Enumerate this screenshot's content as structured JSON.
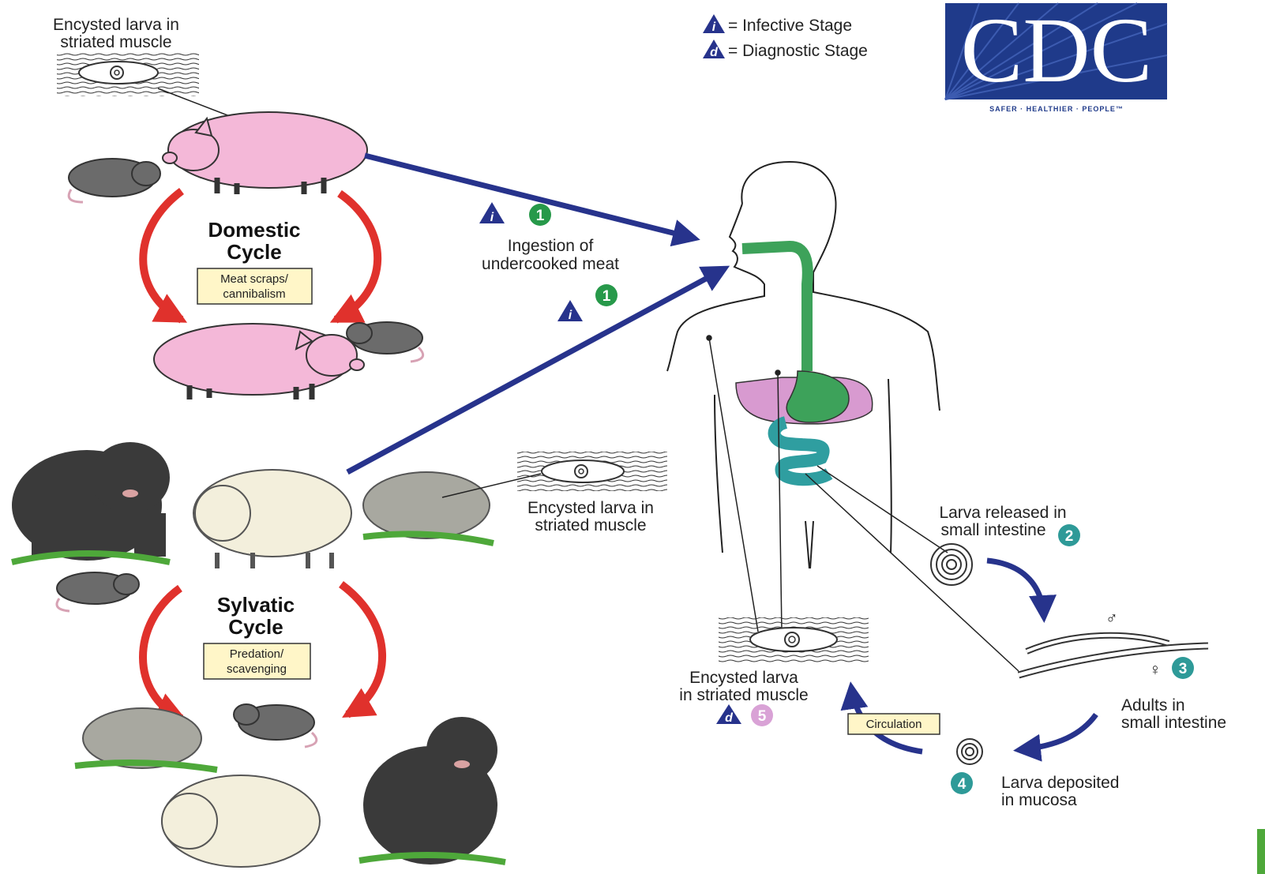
{
  "legend": {
    "infective_symbol": "i",
    "infective_label": "= Infective Stage",
    "diagnostic_symbol": "d",
    "diagnostic_label": "= Diagnostic Stage"
  },
  "logo": {
    "letters": "CDC",
    "tagline": "SAFER · HEALTHIER · PEOPLE™"
  },
  "domestic_cycle": {
    "muscle_label_line1": "Encysted larva in",
    "muscle_label_line2": "striated muscle",
    "title_line1": "Domestic",
    "title_line2": "Cycle",
    "box_line1": "Meat scraps/",
    "box_line2": "cannibalism"
  },
  "sylvatic_cycle": {
    "muscle_label_line1": "Encysted larva in",
    "muscle_label_line2": "striated muscle",
    "title_line1": "Sylvatic",
    "title_line2": "Cycle",
    "box_line1": "Predation/",
    "box_line2": "scavenging"
  },
  "human_cycle": {
    "step1_number": "1",
    "step1_line1": "Ingestion of",
    "step1_line2": "undercooked meat",
    "step2_number": "2",
    "step2_line1": "Larva released in",
    "step2_line2": "small intestine",
    "step3_number": "3",
    "step3_line1": "Adults in",
    "step3_line2": "small intestine",
    "step4_number": "4",
    "step4_line1": "Larva deposited",
    "step4_line2": "in mucosa",
    "step5_number": "5",
    "step5_line1": "Encysted larva",
    "step5_line2": "in striated muscle",
    "circulation_label": "Circulation",
    "male_symbol": "♂",
    "female_symbol": "♀"
  },
  "colors": {
    "arrow_blue": "#27338c",
    "cycle_red": "#e0312c",
    "step_green": "#27994a",
    "step_teal": "#2e9a98",
    "step_pink": "#d9a2d6",
    "pig_pink": "#f4b8d8",
    "gut_green": "#3da25a",
    "gut_teal": "#2f9ea0",
    "liver_pink": "#d89ad0",
    "cdc_blue": "#1f3a8a",
    "box_fill": "#fff6c8"
  }
}
